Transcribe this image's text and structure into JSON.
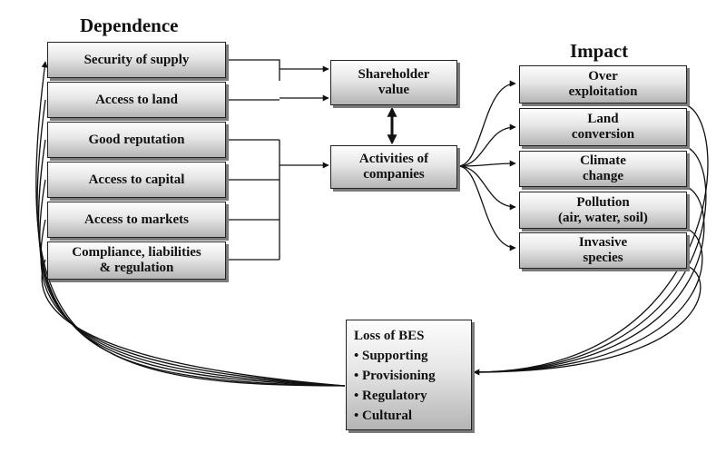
{
  "headings": {
    "dependence": "Dependence",
    "impact": "Impact"
  },
  "dependence": [
    "Security of supply",
    "Access to land",
    "Good reputation",
    "Access to capital",
    "Access to markets",
    "Compliance, liabilities\n& regulation"
  ],
  "center": {
    "shareholder": "Shareholder\nvalue",
    "activities": "Activities of\ncompanies"
  },
  "impact": [
    "Over\nexploitation",
    "Land\nconversion",
    "Climate\nchange",
    "Pollution\n(air, water, soil)",
    "Invasive\nspecies"
  ],
  "bes": {
    "title": "Loss of BES",
    "items": [
      "• Supporting",
      "• Provisioning",
      "• Regulatory",
      "• Cultural"
    ]
  }
}
